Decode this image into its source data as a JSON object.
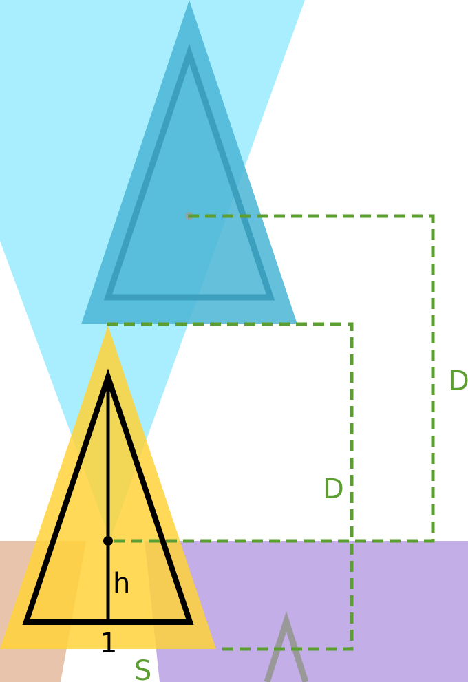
{
  "labels": {
    "d_outer": "D",
    "d_inner": "D",
    "height": "h",
    "base": "1",
    "s": "S"
  },
  "colors": {
    "cyan_fan": "#a9eefe",
    "blue_triangle": "#4ab5d6",
    "yellow_triangle": "#ffd23a",
    "purple_region": "#c3aee8",
    "peach_region": "#e8c4ad",
    "dashed_green": "#5c9e31",
    "outline_black": "#000000",
    "outline_gray": "#999999"
  }
}
